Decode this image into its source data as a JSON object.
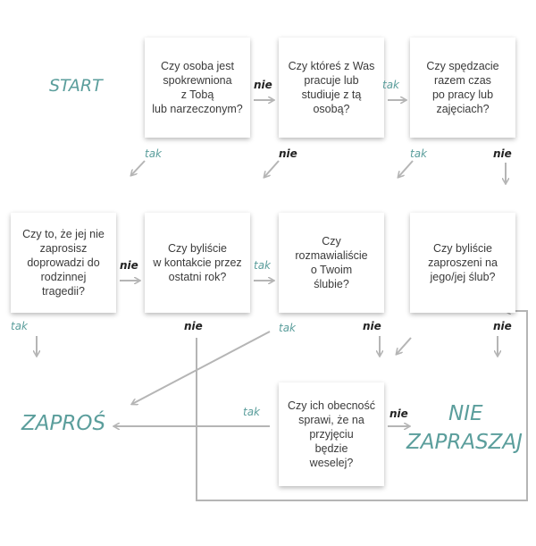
{
  "start": "START",
  "boxes": {
    "b1": "Czy osoba jest\nspokrewniona\nz Tobą\nlub narzeczonym?",
    "b2": "Czy któreś z Was\npracuje lub\nstudiuje z tą\nosobą?",
    "b3": "Czy spędzacie\nrazem czas\npo pracy lub\nzajęciach?",
    "b4": "Czy to, że jej nie\nzaprosisz\ndoprowadzi do\nrodzinnej\ntragedii?",
    "b5": "Czy byliście\nw kontakcie przez\nostatni rok?",
    "b6": "Czy\nrozmawialiście\no Twoim\nślubie?",
    "b7": "Czy byliście\nzaproszeni na\njego/jej ślub?",
    "b8": "Czy ich obecność\nsprawi, że na\nprzyjęciu\nbędzie\nweselej?"
  },
  "labels": {
    "tak": "tak",
    "nie": "nie"
  },
  "outcomes": {
    "zapros": "ZAPROŚ",
    "nie_line1": "NIE",
    "nie_line2": "ZAPRASZAJ"
  },
  "colors": {
    "accent": "#5b9e9c",
    "arrow": "#b5b5b5",
    "text": "#3a3a3a"
  }
}
